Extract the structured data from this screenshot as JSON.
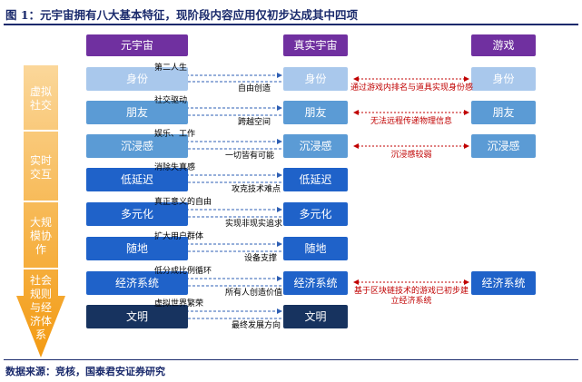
{
  "title": "图 1：元宇宙拥有八大基本特征，现阶段内容应用仅初步达成其中四项",
  "source": "数据来源：竞核，国泰君安证券研究",
  "headers": {
    "metaverse": "元宇宙",
    "real": "真实宇宙",
    "game": "游戏"
  },
  "categories": [
    {
      "label": "虚拟\n社交"
    },
    {
      "label": "实时\n交互"
    },
    {
      "label": "大规\n模协\n作"
    },
    {
      "label": "社会\n规则\n与经\n济体\n系"
    }
  ],
  "rows": [
    {
      "name": "身份",
      "top_label": "第二人生",
      "bottom_label": "自由创造"
    },
    {
      "name": "朋友",
      "top_label": "社交驱动",
      "bottom_label": "跨越空间"
    },
    {
      "name": "沉浸感",
      "top_label": "娱乐、工作",
      "bottom_label": "一切皆有可能"
    },
    {
      "name": "低延迟",
      "top_label": "消除失真感",
      "bottom_label": "攻克技术难点"
    },
    {
      "name": "多元化",
      "top_label": "真正意义的自由",
      "bottom_label": "实现非现实追求"
    },
    {
      "name": "随地",
      "top_label": "扩大用户群体",
      "bottom_label": "设备支撑"
    },
    {
      "name": "经济系统",
      "top_label": "低分成比例循环",
      "bottom_label": "所有人创造价值"
    },
    {
      "name": "文明",
      "top_label": "虚拟世界繁荣",
      "bottom_label": "最终发展方向"
    }
  ],
  "game_boxes": [
    "身份",
    "朋友",
    "沉浸感",
    "经济系统"
  ],
  "game_notes": [
    "通过游戏内排名与道具实现身份感",
    "无法远程传递物理信息",
    "沉浸感较弱",
    "基于区块链技术的游戏已初步建",
    "立经济系统"
  ]
}
